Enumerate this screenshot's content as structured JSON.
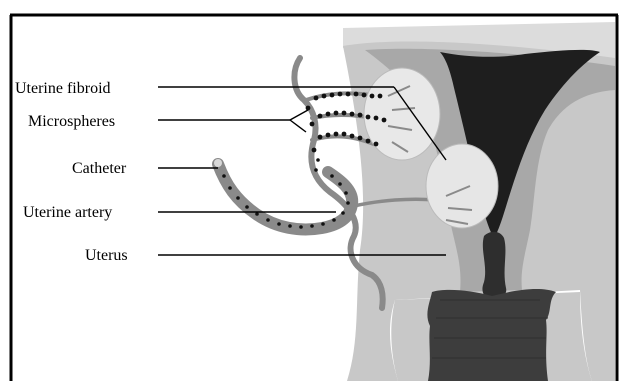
{
  "labels": {
    "fibroid": "Uterine fibroid",
    "microspheres": "Microspheres",
    "catheter": "Catheter",
    "artery": "Uterine artery",
    "uterus": "Uterus"
  },
  "colors": {
    "frame": "#000000",
    "uterus_light": "#c6c6c6",
    "uterus_mid": "#a9a9a9",
    "uterus_top": "#d9d9d9",
    "cavity": "#1c1c1c",
    "cervix": "#3b3b3b",
    "fibroid": "#e6e6e6",
    "vessel": "#8c8c8c"
  },
  "icons": {
    "microsphere": "black-dot"
  }
}
